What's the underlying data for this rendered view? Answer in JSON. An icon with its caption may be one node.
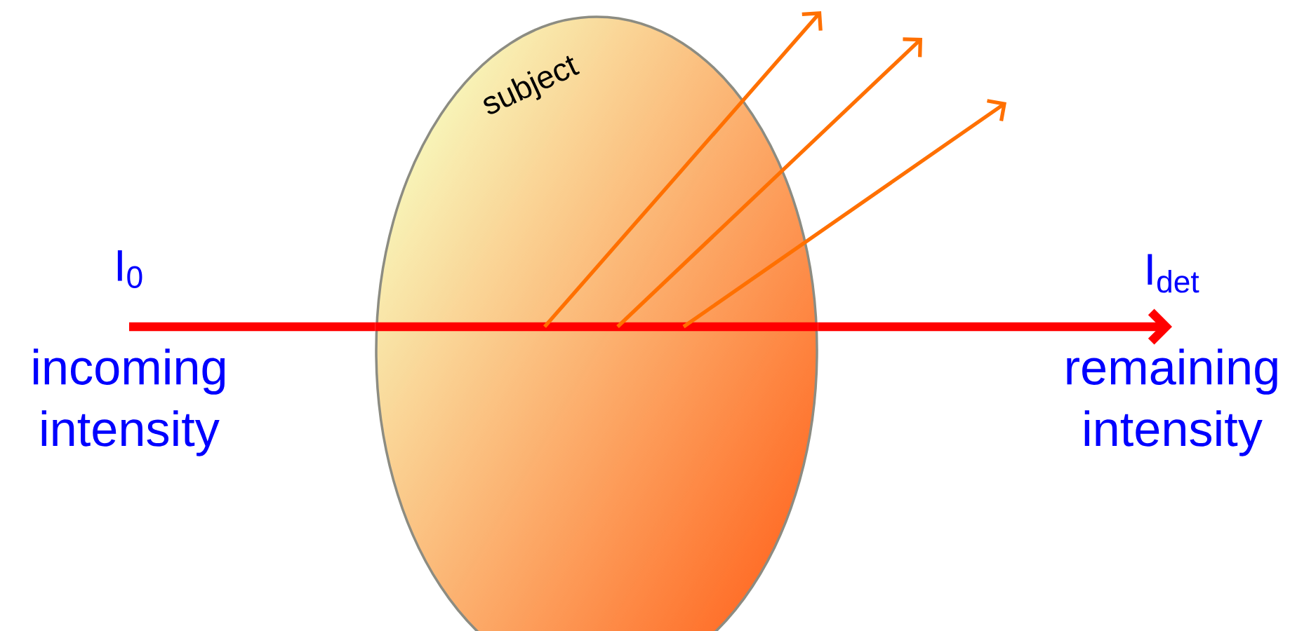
{
  "diagram": {
    "nodes": [
      {
        "text": [
          "subject"
        ]
      },
      {
        "text": [
          "I$_{0}$"
        ],
        "beside": [
          "incoming intensity"
        ]
      },
      {
        "text": [
          "I$_{det}$"
        ],
        "beside": [
          "remaining intensity"
        ]
      }
    ],
    "edges": [
      {
        "from": 1,
        "to": 0,
        "arrow": "none",
        "style": "thick",
        "color": "#ff0000"
      },
      {
        "from": 0,
        "to": 2,
        "arrow": "to",
        "style": "thick",
        "color": "#ff0000"
      },
      {
        "from": 0,
        "to": null,
        "arrow": "to",
        "color": "#ff7000"
      },
      {
        "from": 0,
        "to": null,
        "arrow": "to",
        "color": "#ff7000"
      },
      {
        "from": 0,
        "to": null,
        "arrow": "to",
        "color": "#ff7000"
      }
    ]
  }
}
